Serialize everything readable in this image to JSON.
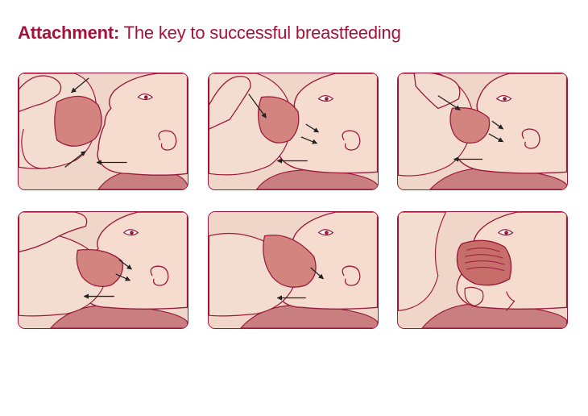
{
  "title": {
    "bold": "Attachment:",
    "rest": "The key to successful breastfeeding"
  },
  "colors": {
    "accent": "#a5123a",
    "outline": "#9b1a3c",
    "background": "#f0d6c8",
    "skin": "#f5dccf",
    "hand": "#f3dcd0",
    "breast": "#d4847f",
    "areola": "#c76e6a",
    "body": "#c97f80",
    "arrow": "#222222"
  },
  "panels": [
    {
      "id": "step-1",
      "icons": [
        "hand-icon",
        "breast-icon",
        "baby-head-icon",
        "arrow-icon"
      ]
    },
    {
      "id": "step-2",
      "icons": [
        "hand-icon",
        "breast-icon",
        "baby-head-icon",
        "arrow-icon"
      ]
    },
    {
      "id": "step-3",
      "icons": [
        "hand-icon",
        "breast-icon",
        "baby-head-icon",
        "arrow-icon"
      ]
    },
    {
      "id": "step-4",
      "icons": [
        "hand-icon",
        "breast-icon",
        "baby-head-icon",
        "arrow-icon"
      ]
    },
    {
      "id": "step-5",
      "icons": [
        "breast-icon",
        "baby-head-icon",
        "arrow-icon"
      ]
    },
    {
      "id": "step-6",
      "icons": [
        "breast-icon",
        "baby-head-icon",
        "open-mouth-icon"
      ]
    }
  ]
}
